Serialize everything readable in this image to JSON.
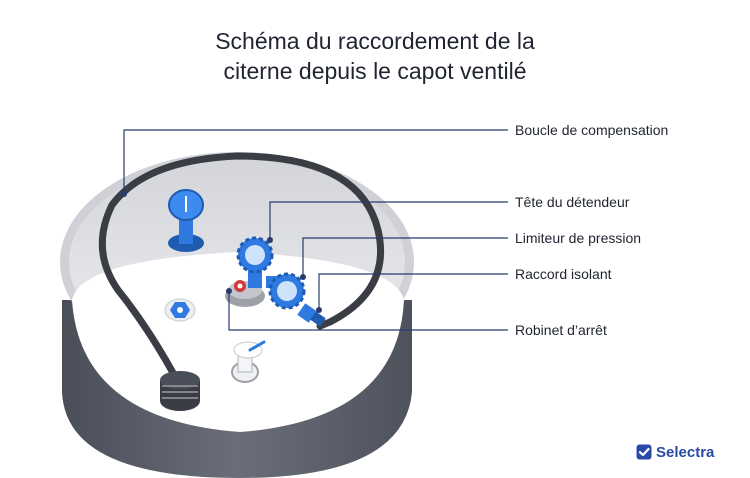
{
  "title": {
    "line1": "Schéma du raccordement de la",
    "line2": "citerne depuis le capot ventilé"
  },
  "labels": {
    "compensation_loop": "Boucle de compensation",
    "regulator_head": "Tête du détendeur",
    "pressure_limiter": "Limiteur de pression",
    "insulating_fitting": "Raccord isolant",
    "shutoff_valve": "Robinet d’arrêt"
  },
  "brand": {
    "name": "Selectra",
    "icon": "check-icon"
  },
  "colors": {
    "leader_line": "#2a3a6e",
    "accent_blue": "#2e7ae0",
    "tank_dark": "#5b5f6b",
    "hose": "#3a3d44"
  }
}
